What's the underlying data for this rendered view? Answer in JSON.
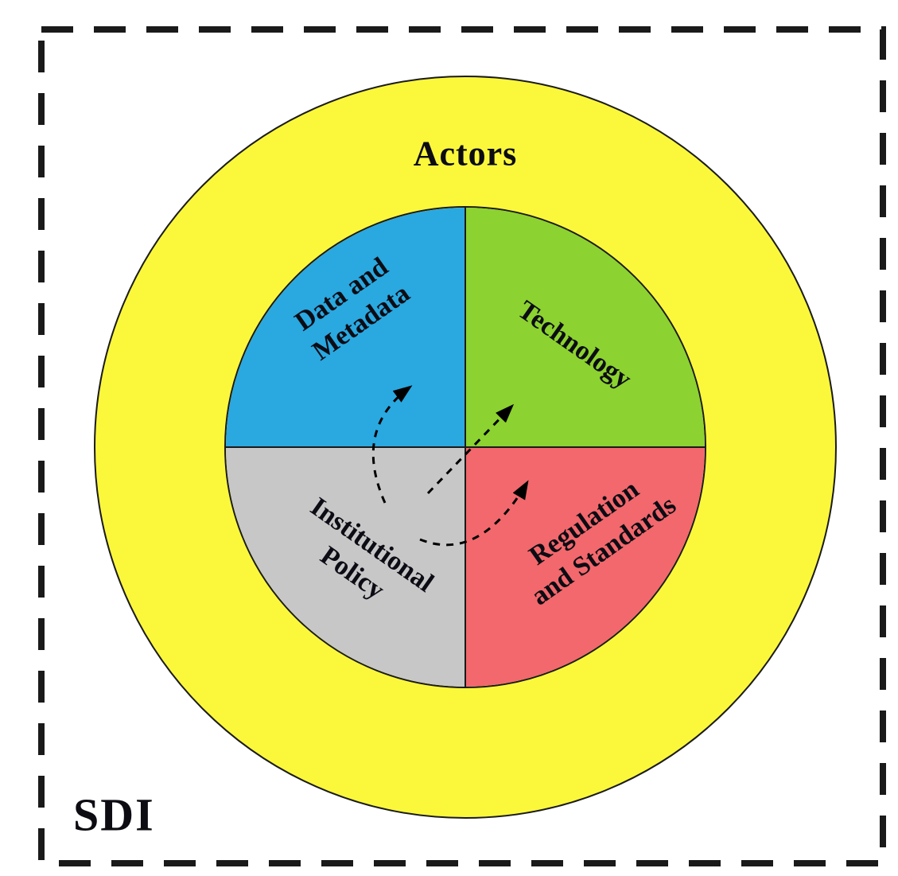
{
  "labels": {
    "sdi": "SDI",
    "actors": "Actors",
    "quadrants": {
      "data": {
        "line1": "Data and",
        "line2": "Metadata"
      },
      "tech": {
        "line1": "Technology"
      },
      "policy": {
        "line1": "Institutional",
        "line2": "Policy"
      },
      "reg": {
        "line1": "Regulation",
        "line2": "and Standards"
      }
    }
  },
  "colors": {
    "ring": "#FBF83C",
    "quad-data": "#2AA8E0",
    "quad-tech": "#8CD230",
    "quad-policy": "#C7C7C7",
    "quad-reg": "#F2686C",
    "outline": "#1A1A1A",
    "arrow": "#000000"
  }
}
